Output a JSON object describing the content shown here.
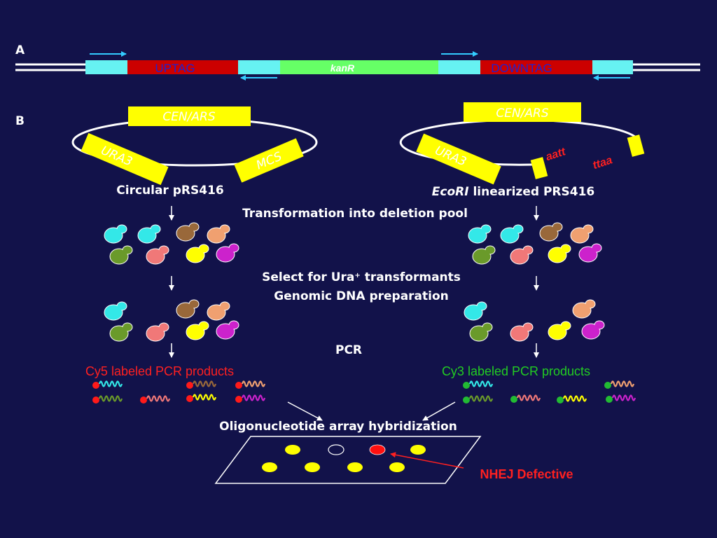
{
  "panels": {
    "a": "A",
    "b": "B"
  },
  "cassette": {
    "uptag": "UPTAG",
    "kanr": "kanR",
    "downtag": "DOWNTAG"
  },
  "plasmid_left": {
    "cen_ars": "CEN/ARS",
    "ura3": "URA3",
    "mcs": "MCS",
    "caption": "Circular pRS416"
  },
  "plasmid_right": {
    "cen_ars": "CEN/ARS",
    "ura3": "URA3",
    "end1": "aatt",
    "end2": "ttaa",
    "caption_enzyme": "EcoRI",
    "caption_rest": " linearized PRS416"
  },
  "steps": {
    "transformation": "Transformation into deletion pool",
    "select_prefix": "Select for Ura",
    "select_sup": "+",
    "select_suffix": " transformants",
    "genomic": "Genomic DNA preparation",
    "pcr": "PCR",
    "hybridization": "Oligonucleotide array hybridization"
  },
  "products": {
    "cy5": "Cy5 labeled PCR products",
    "cy3": "Cy3  labeled PCR products"
  },
  "array_note": "NHEJ Defective",
  "colors": {
    "background": "#12124a",
    "cyan": "#66f2f2",
    "red": "#cc0000",
    "green": "#66ff66",
    "yellow": "#ffff00",
    "cy5": "#ff2020",
    "cy3": "#22cc22"
  },
  "yeast_colors": [
    "cyan",
    "brown",
    "salmon",
    "olive",
    "pink",
    "yellow",
    "magenta"
  ]
}
